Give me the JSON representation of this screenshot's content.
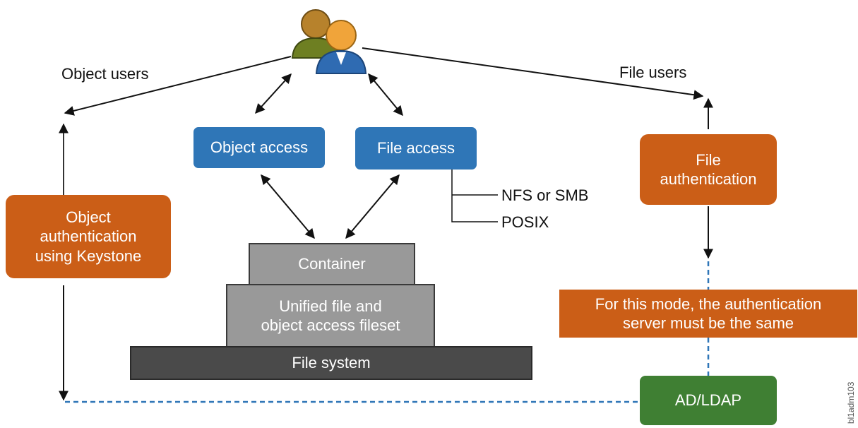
{
  "users_icon": "users-group-icon",
  "labels": {
    "object_users": "Object users",
    "file_users": "File users",
    "nfs_smb": "NFS or SMB",
    "posix": "POSIX"
  },
  "boxes": {
    "object_access": "Object access",
    "file_access": "File access",
    "object_auth_lines": [
      "Object",
      "authentication",
      "using Keystone"
    ],
    "file_auth_lines": [
      "File",
      "authentication"
    ],
    "container": "Container",
    "unified_lines": [
      "Unified file and",
      "object access fileset"
    ],
    "file_system": "File system",
    "mode_note_lines": [
      "For this mode, the authentication",
      "server must be the same"
    ],
    "ad_ldap": "AD/LDAP"
  },
  "figure_id": "bl1adm103",
  "colors": {
    "blue": "#2f76b7",
    "orange": "#cb5e17",
    "green": "#3f7f33",
    "grey": "#999999",
    "dark": "#4a4a4a",
    "dashed_line": "#2f76b7"
  }
}
